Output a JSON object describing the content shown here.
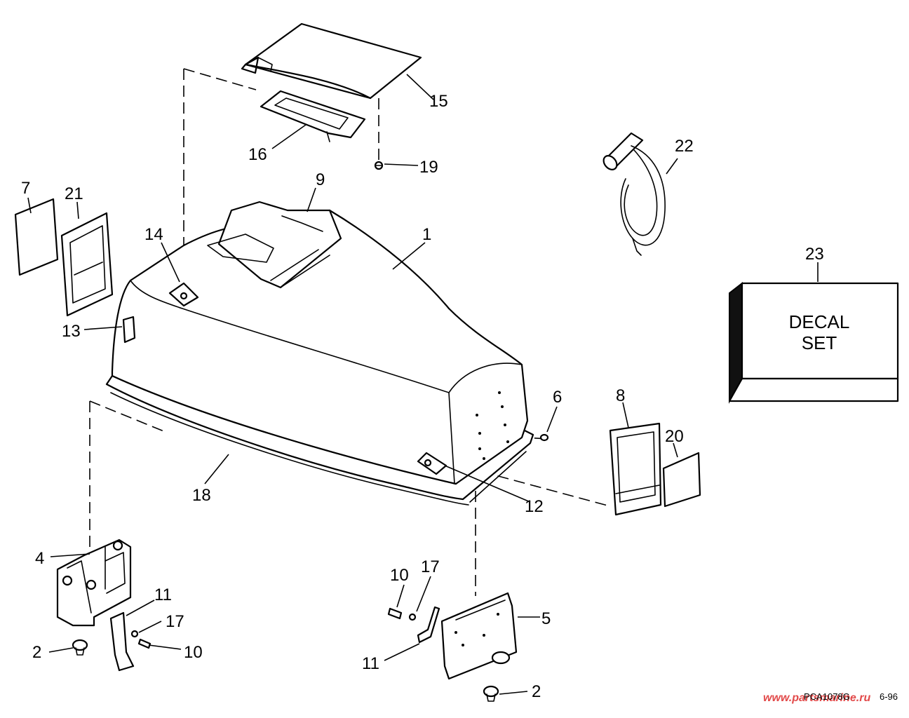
{
  "callouts": {
    "c1": "1",
    "c2a": "2",
    "c2b": "2",
    "c4": "4",
    "c5": "5",
    "c6": "6",
    "c7": "7",
    "c8": "8",
    "c9": "9",
    "c10a": "10",
    "c10b": "10",
    "c11a": "11",
    "c11b": "11",
    "c12": "12",
    "c13": "13",
    "c14": "14",
    "c15": "15",
    "c16": "16",
    "c17a": "17",
    "c17b": "17",
    "c18": "18",
    "c19": "19",
    "c20": "20",
    "c21": "21",
    "c22": "22",
    "c23": "23"
  },
  "decal": {
    "line1": "DECAL",
    "line2": "SET"
  },
  "figure_code": "PCA1078G",
  "figure_date": "6-96",
  "watermark": "www.partsmarine.ru"
}
